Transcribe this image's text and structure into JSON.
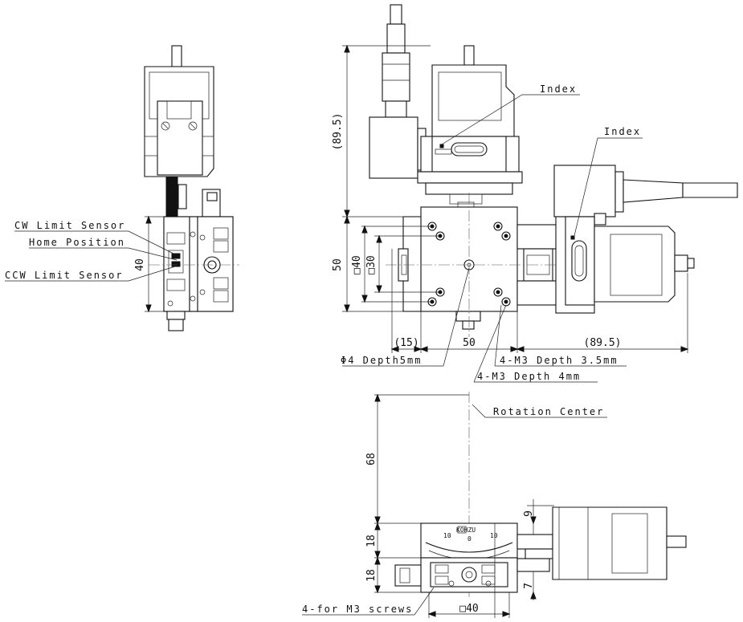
{
  "labels": {
    "cw_limit_sensor": "CW Limit Sensor",
    "home_position": "Home Position",
    "ccw_limit_sensor": "CCW Limit Sensor",
    "index_top": "Index",
    "index_right": "Index",
    "rotation_center": "Rotation Center",
    "phi4_depth": "Φ4   Depth5mm",
    "m3_depth_3_5": "4-M3 Depth 3.5mm",
    "m3_depth_4": "4-M3 Depth 4mm",
    "for_m3_screws": "4-for M3 screws"
  },
  "dimensions": {
    "left_40": "40",
    "top_89_5": "(89.5)",
    "top_50": "50",
    "top_sq40": "□40",
    "top_sq30": "□30",
    "bottom_15": "(15)",
    "bottom_50": "50",
    "bottom_89_5": "(89.5)",
    "side_68": "68",
    "side_18_a": "18",
    "side_18_b": "18",
    "side_9": "9",
    "side_7": "7",
    "side_sq40": "□40"
  },
  "scale_text": {
    "brand": "KOHZU",
    "left_10": "10",
    "right_10": "10",
    "zero": "0"
  }
}
